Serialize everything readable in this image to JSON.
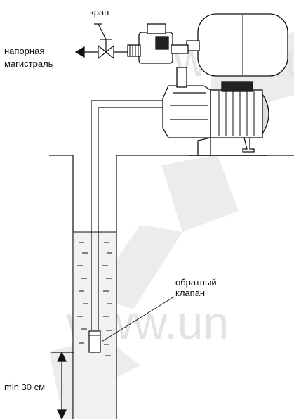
{
  "labels": {
    "valve": "кран",
    "pressure_line": [
      "напорная",
      "магистраль"
    ],
    "check_valve": [
      "обратный",
      "клапан"
    ],
    "min_depth": "min 30 см"
  },
  "watermark": {
    "top": "www.un",
    "bottom": "www.un"
  },
  "colors": {
    "line": "#111111",
    "water": "#f1f1f1",
    "watermark": "#e3e3e3"
  }
}
